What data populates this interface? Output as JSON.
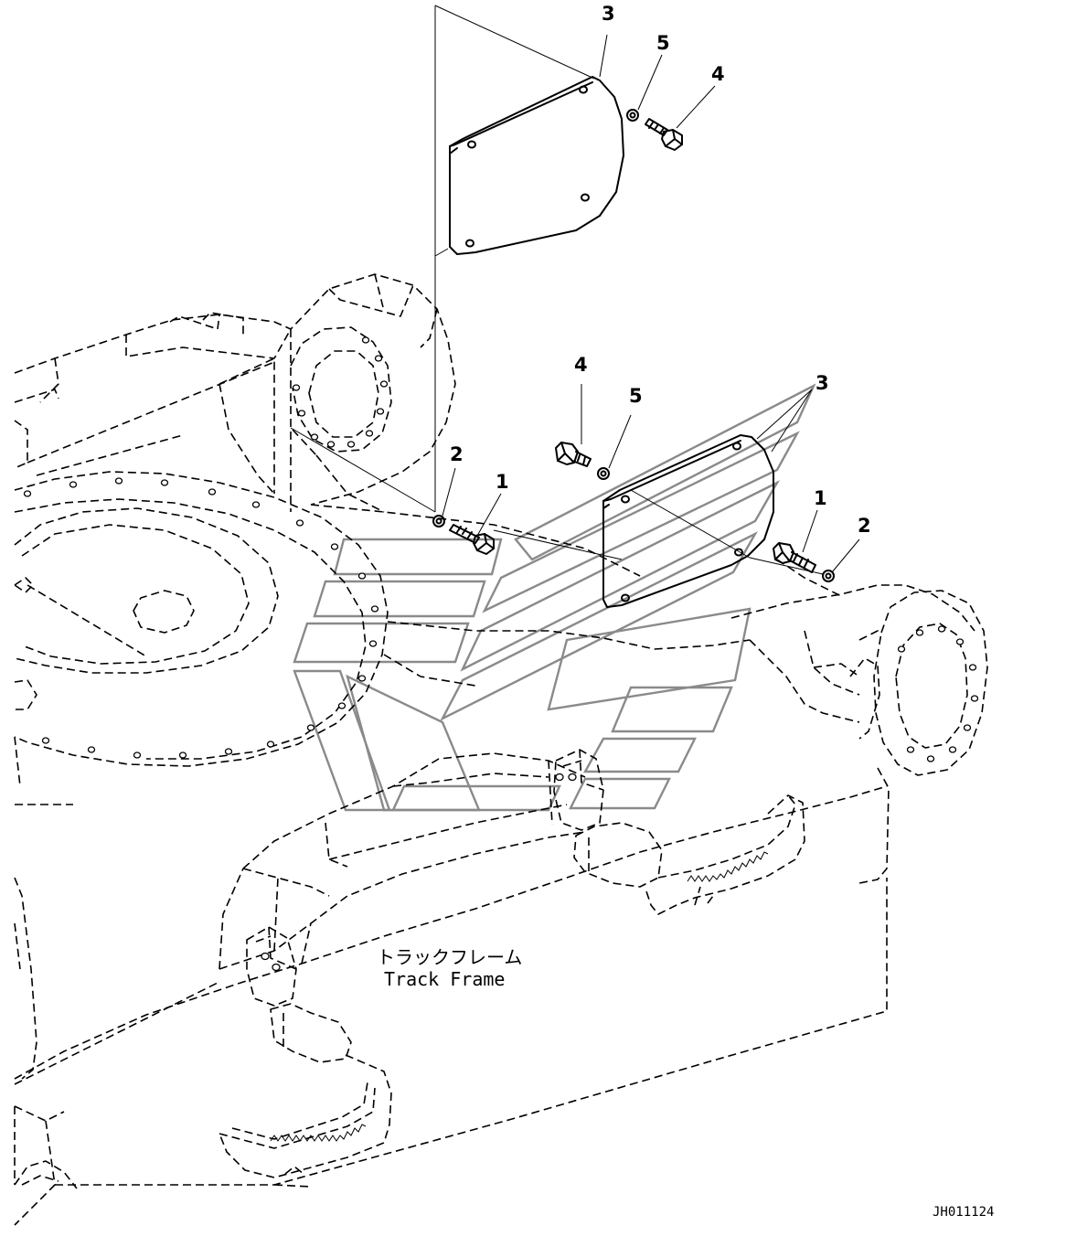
{
  "diagram": {
    "callouts": [
      {
        "id": "c-3-top",
        "label": "3"
      },
      {
        "id": "c-5-top",
        "label": "5"
      },
      {
        "id": "c-4-top",
        "label": "4"
      },
      {
        "id": "c-4-mid",
        "label": "4"
      },
      {
        "id": "c-5-mid",
        "label": "5"
      },
      {
        "id": "c-3-mid",
        "label": "3"
      },
      {
        "id": "c-2-left",
        "label": "2"
      },
      {
        "id": "c-1-left",
        "label": "1"
      },
      {
        "id": "c-1-right",
        "label": "1"
      },
      {
        "id": "c-2-right",
        "label": "2"
      }
    ],
    "frame_label_jp": "トラックフレーム",
    "frame_label_en": "Track Frame",
    "drawing_code": "JH011124"
  }
}
